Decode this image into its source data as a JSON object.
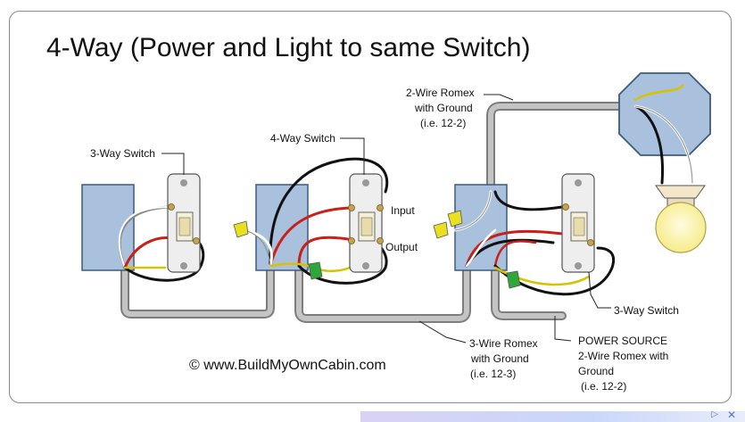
{
  "title": "4-Way (Power and Light to same Switch)",
  "labels": {
    "three_way_left": "3-Way Switch",
    "four_way": "4-Way Switch",
    "input": "Input",
    "output": "Output",
    "romex2_line1": "2-Wire Romex",
    "romex2_line2": "with Ground",
    "romex2_line3": "(i.e. 12-2)",
    "three_way_right": "3-Way Switch",
    "romex3_line1": "3-Wire Romex",
    "romex3_line2": "with Ground",
    "romex3_line3": "(i.e. 12-3)",
    "power_line1": "POWER SOURCE",
    "power_line2": "2-Wire Romex with",
    "power_line3": "Ground",
    "power_line4": "(i.e. 12-2)"
  },
  "credit": "© www.BuildMyOwnCabin.com",
  "ad": {
    "choices_icon": "ad-choices-icon",
    "close_glyph": "✕"
  },
  "colors": {
    "box": "#a9c1dc",
    "conduit": "#b4b4b4",
    "hot_black": "#111111",
    "traveler_red": "#c8201a",
    "neutral_white": "#ffffff",
    "ground": "#d8c200",
    "wire_nut_yellow": "#e8e020",
    "wire_nut_green": "#2fa63a"
  }
}
